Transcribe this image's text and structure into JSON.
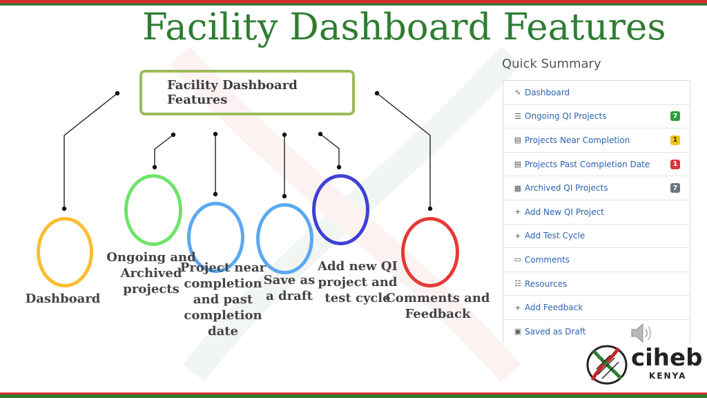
{
  "slide": {
    "title": "Facility Dashboard Features",
    "center_box_label": "Facility Dashboard Features",
    "colors": {
      "title": "#2e7d32",
      "box_border": "#9cba58",
      "ring_dashboard": "#fbbd2f",
      "ring_ongoing": "#6ee46a",
      "ring_near_completion": "#5aa9f2",
      "ring_save_draft": "#5aa9f2",
      "ring_add_qi": "#4040d6",
      "ring_comments": "#e53935"
    },
    "features": [
      {
        "id": "dashboard",
        "lines": [
          "Dashboard"
        ]
      },
      {
        "id": "ongoing",
        "lines": [
          "Ongoing and",
          "Archived",
          "projects"
        ]
      },
      {
        "id": "near_completion",
        "lines": [
          "Project near",
          "completion",
          "and past",
          "completion",
          "date"
        ]
      },
      {
        "id": "save_draft",
        "lines": [
          "Save as",
          "a draft"
        ]
      },
      {
        "id": "add_qi",
        "lines": [
          "Add new QI",
          "project and",
          "test cycle"
        ]
      },
      {
        "id": "comments",
        "lines": [
          "Comments and",
          "Feedback"
        ]
      }
    ]
  },
  "quick_summary": {
    "title": "Quick Summary",
    "items": [
      {
        "label": "Dashboard",
        "icon": "activity-icon",
        "glyph": "∿"
      },
      {
        "label": "Ongoing QI Projects",
        "icon": "list-icon",
        "glyph": "☰",
        "badge": "7",
        "badge_color": "#2e9e3e"
      },
      {
        "label": "Projects Near Completion",
        "icon": "calendar-icon",
        "glyph": "▤",
        "badge": "1",
        "badge_color": "#f2c21b"
      },
      {
        "label": "Projects Past Completion Date",
        "icon": "calendar-icon",
        "glyph": "▤",
        "badge": "1",
        "badge_color": "#d9363e"
      },
      {
        "label": "Archived QI Projects",
        "icon": "archive-icon",
        "glyph": "▦",
        "badge": "7",
        "badge_color": "#6c757d"
      },
      {
        "label": "Add New QI Project",
        "icon": "plus-icon",
        "glyph": "+"
      },
      {
        "label": "Add Test Cycle",
        "icon": "plus-icon",
        "glyph": "+"
      },
      {
        "label": "Comments",
        "icon": "comment-icon",
        "glyph": "▭"
      },
      {
        "label": "Resources",
        "icon": "document-icon",
        "glyph": "☷"
      },
      {
        "label": "Add Feedback",
        "icon": "plus-icon",
        "glyph": "+"
      },
      {
        "label": "Saved as Draft",
        "icon": "save-icon",
        "glyph": "▣"
      }
    ]
  },
  "logo": {
    "name": "ciheb",
    "subtitle": "KENYA"
  },
  "audio": {
    "icon": "speaker-icon"
  }
}
